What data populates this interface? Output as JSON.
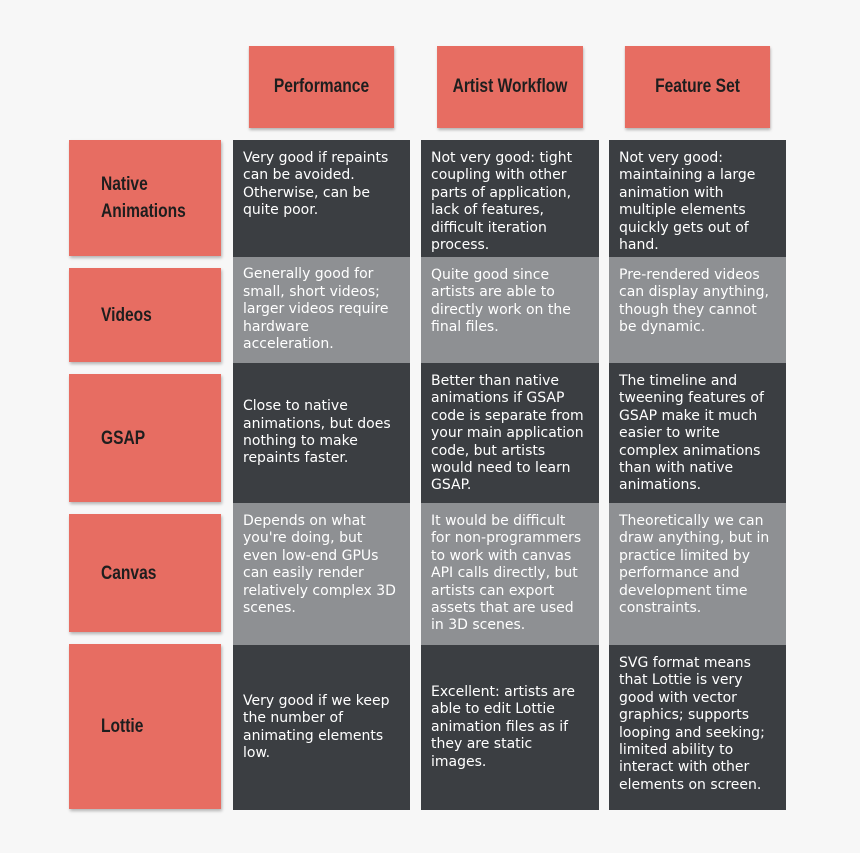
{
  "columns": [
    "Performance",
    "Artist Workflow",
    "Feature Set"
  ],
  "rows": [
    {
      "label": "Native\nAnimations",
      "cells": [
        "Very good if repaints can be avoided. Otherwise, can be quite poor.",
        "Not very good: tight coupling with other parts of application, lack of features, difficult iteration process.",
        "Not very good: maintaining a large animation with multiple elements quickly gets out of hand."
      ]
    },
    {
      "label": "Videos",
      "cells": [
        "Generally good for small, short videos; larger videos require hardware acceleration.",
        "Quite good since artists are able to directly work on the final files.",
        "Pre-rendered videos can display anything, though they cannot be dynamic."
      ]
    },
    {
      "label": "GSAP",
      "cells": [
        "Close to native animations, but does nothing to make repaints faster.",
        "Better than native animations if GSAP code is separate from your main application code, but artists would need to learn GSAP.",
        "The timeline and tweening features of GSAP make it much easier to write complex animations than with native animations."
      ]
    },
    {
      "label": "Canvas",
      "cells": [
        "Depends on what you're doing, but even low-end GPUs can easily render relatively complex 3D scenes.",
        "It would be difficult for non-programmers to work with canvas API calls directly, but artists can export assets that are used in 3D scenes.",
        "Theoretically we can draw anything, but in practice limited by performance and development time constraints."
      ]
    },
    {
      "label": "Lottie",
      "cells": [
        "Very good if we keep the number of animating elements low.",
        "Excellent: artists are able to edit Lottie animation files as if they are static images.",
        "SVG format means that Lottie is very good with vector graphics; supports looping and seeking; limited ability to interact with other elements on screen."
      ]
    }
  ],
  "colors": {
    "header_bg": "#e76d62",
    "cell_dark": "#3b3e42",
    "cell_light": "#8e9093",
    "background": "#f7f7f7"
  }
}
